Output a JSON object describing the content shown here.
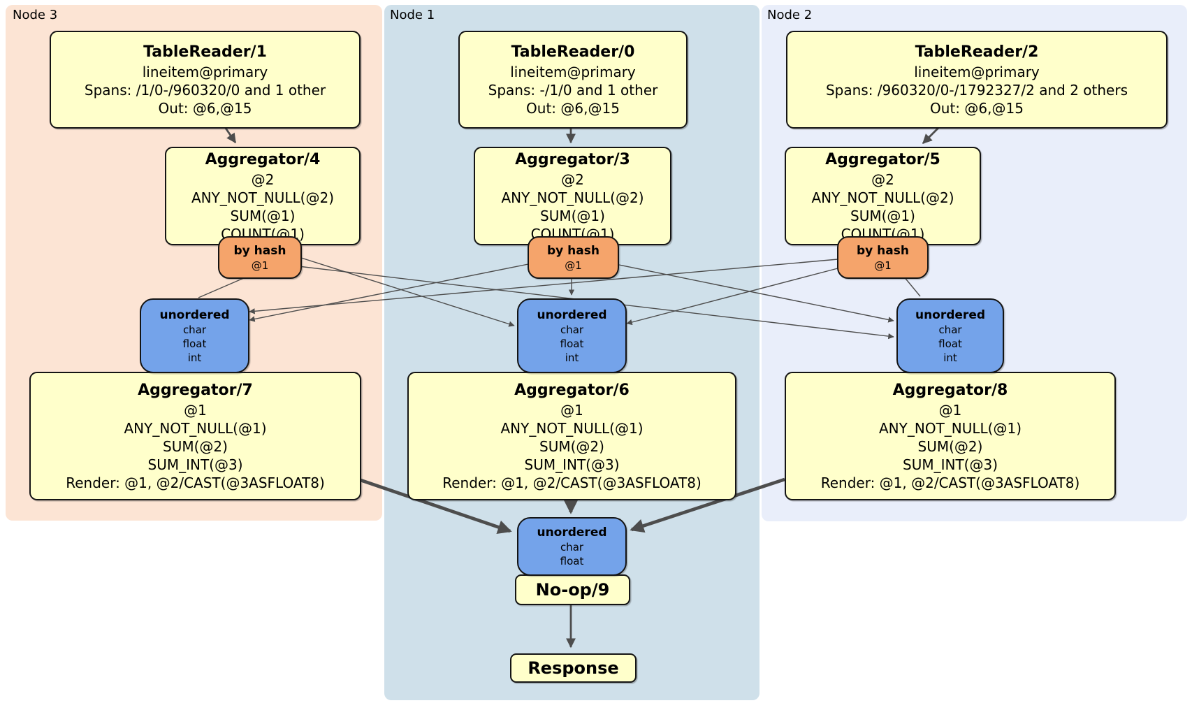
{
  "panels": [
    {
      "label": "Node 3",
      "table_reader": {
        "title": "TableReader/1",
        "lines": [
          "lineitem@primary",
          "Spans: /1/0-/960320/0 and 1 other",
          "Out: @6,@15"
        ]
      },
      "aggregator_top": {
        "title": "Aggregator/4",
        "lines": [
          "@2",
          "ANY_NOT_NULL(@2)",
          "SUM(@1)",
          "COUNT(@1)"
        ]
      },
      "hash_router": {
        "title": "by hash",
        "lines": [
          "@1"
        ]
      },
      "sync": {
        "title": "unordered",
        "lines": [
          "char",
          "float",
          "int"
        ]
      },
      "aggregator_bottom": {
        "title": "Aggregator/7",
        "lines": [
          "@1",
          "ANY_NOT_NULL(@1)",
          "SUM(@2)",
          "SUM_INT(@3)",
          "Render: @1, @2/CAST(@3ASFLOAT8)"
        ]
      }
    },
    {
      "label": "Node 1",
      "table_reader": {
        "title": "TableReader/0",
        "lines": [
          "lineitem@primary",
          "Spans: -/1/0 and 1 other",
          "Out: @6,@15"
        ]
      },
      "aggregator_top": {
        "title": "Aggregator/3",
        "lines": [
          "@2",
          "ANY_NOT_NULL(@2)",
          "SUM(@1)",
          "COUNT(@1)"
        ]
      },
      "hash_router": {
        "title": "by hash",
        "lines": [
          "@1"
        ]
      },
      "sync": {
        "title": "unordered",
        "lines": [
          "char",
          "float",
          "int"
        ]
      },
      "aggregator_bottom": {
        "title": "Aggregator/6",
        "lines": [
          "@1",
          "ANY_NOT_NULL(@1)",
          "SUM(@2)",
          "SUM_INT(@3)",
          "Render: @1, @2/CAST(@3ASFLOAT8)"
        ]
      }
    },
    {
      "label": "Node 2",
      "table_reader": {
        "title": "TableReader/2",
        "lines": [
          "lineitem@primary",
          "Spans: /960320/0-/1792327/2 and 2 others",
          "Out: @6,@15"
        ]
      },
      "aggregator_top": {
        "title": "Aggregator/5",
        "lines": [
          "@2",
          "ANY_NOT_NULL(@2)",
          "SUM(@1)",
          "COUNT(@1)"
        ]
      },
      "hash_router": {
        "title": "by hash",
        "lines": [
          "@1"
        ]
      },
      "sync": {
        "title": "unordered",
        "lines": [
          "char",
          "float",
          "int"
        ]
      },
      "aggregator_bottom": {
        "title": "Aggregator/8",
        "lines": [
          "@1",
          "ANY_NOT_NULL(@1)",
          "SUM(@2)",
          "SUM_INT(@3)",
          "Render: @1, @2/CAST(@3ASFLOAT8)"
        ]
      }
    }
  ],
  "final_stage": {
    "sync": {
      "title": "unordered",
      "lines": [
        "char",
        "float"
      ]
    },
    "noop_label": "No-op/9",
    "response_label": "Response"
  },
  "colors": {
    "node3_bg": "#fce4d4",
    "node1_bg": "#cfe0ea",
    "node2_bg": "#e9eefa",
    "box_bg": "#ffffcb",
    "router_bg": "#f5a46b",
    "sync_bg": "#74a3ea",
    "edge": "#4d4d4d"
  }
}
